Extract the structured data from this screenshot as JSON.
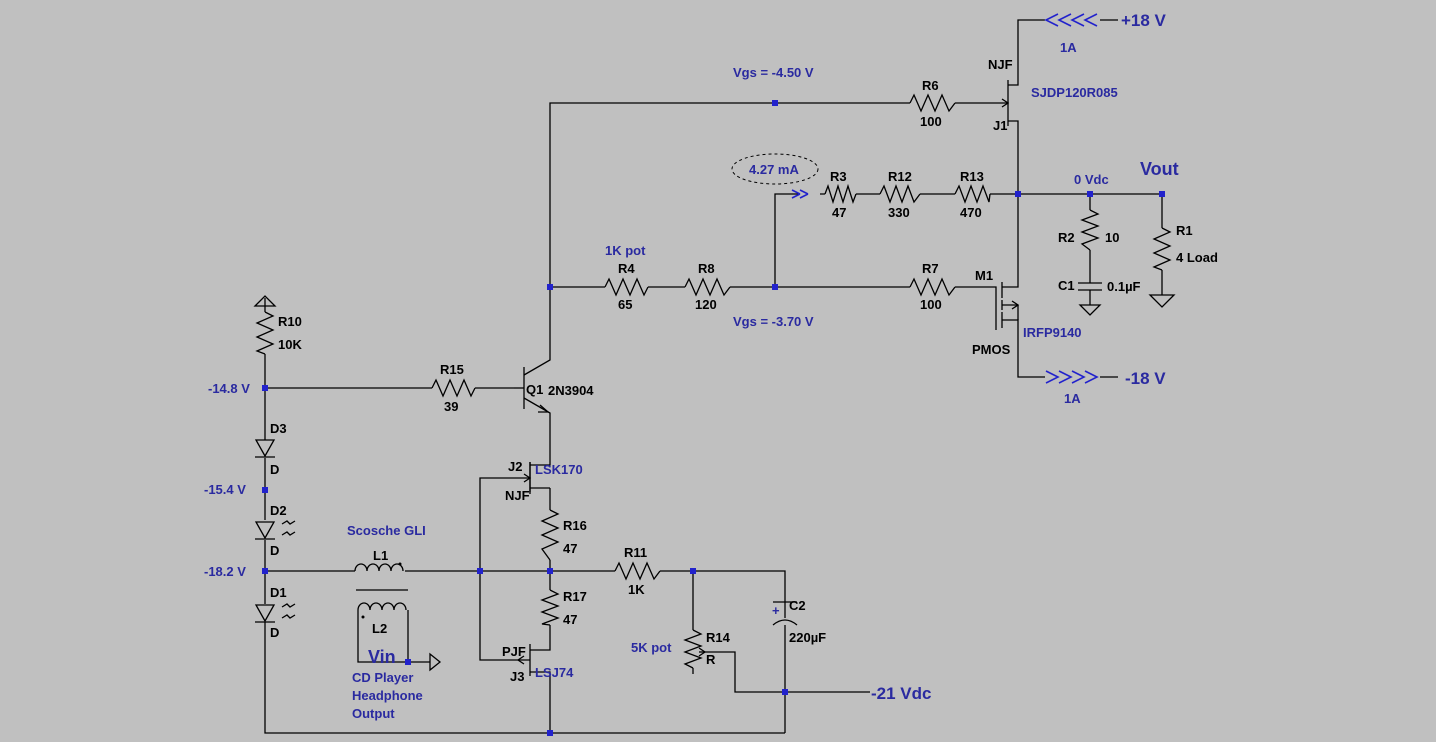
{
  "colors": {
    "background": "#c0c0c0",
    "wire": "#000000",
    "net_label": "#2a2aa0",
    "junction": "#2222cc"
  },
  "labels": {
    "vgs_top": "Vgs = -4.50 V",
    "vgs_mid": "Vgs = -3.70 V",
    "current_probe": "4.27 mA",
    "v_plus": "+18 V",
    "v_plus_current": "1A",
    "v_minus": "-18 V",
    "v_minus_current": "1A",
    "vout": "Vout",
    "vout_dc": "0 Vdc",
    "v_neg21": "-21 Vdc",
    "node_148": "-14.8 V",
    "node_154": "-15.4 V",
    "node_182": "-18.2 V",
    "pot1k": "1K pot",
    "pot5k": "5K pot",
    "scosche": "Scosche GLI",
    "vin": "Vin",
    "cd1": "CD Player",
    "cd2": "Headphone",
    "cd3": "Output"
  },
  "parts": {
    "J1": {
      "ref": "J1",
      "type": "NJF",
      "model": "SJDP120R085"
    },
    "M1": {
      "ref": "M1",
      "type": "PMOS",
      "model": "IRFP9140"
    },
    "Q1": {
      "ref": "Q1",
      "model": "2N3904"
    },
    "J2": {
      "ref": "J2",
      "type": "NJF",
      "model": "LSK170"
    },
    "J3": {
      "ref": "J3",
      "type": "PJF",
      "model": "LSJ74"
    },
    "R1": {
      "ref": "R1",
      "value": "4 Load"
    },
    "R2": {
      "ref": "R2",
      "value": "10"
    },
    "R3": {
      "ref": "R3",
      "value": "47"
    },
    "R4": {
      "ref": "R4",
      "value": "65"
    },
    "R6": {
      "ref": "R6",
      "value": "100"
    },
    "R7": {
      "ref": "R7",
      "value": "100"
    },
    "R8": {
      "ref": "R8",
      "value": "120"
    },
    "R10": {
      "ref": "R10",
      "value": "10K"
    },
    "R11": {
      "ref": "R11",
      "value": "1K"
    },
    "R12": {
      "ref": "R12",
      "value": "330"
    },
    "R13": {
      "ref": "R13",
      "value": "470"
    },
    "R14": {
      "ref": "R14",
      "value": "R"
    },
    "R15": {
      "ref": "R15",
      "value": "39"
    },
    "R16": {
      "ref": "R16",
      "value": "47"
    },
    "R17": {
      "ref": "R17",
      "value": "47"
    },
    "C1": {
      "ref": "C1",
      "value": "0.1µF"
    },
    "C2": {
      "ref": "C2",
      "value": "220µF"
    },
    "D1": {
      "ref": "D1",
      "value": "D"
    },
    "D2": {
      "ref": "D2",
      "value": "D"
    },
    "D3": {
      "ref": "D3",
      "value": "D"
    },
    "L1": {
      "ref": "L1"
    },
    "L2": {
      "ref": "L2"
    }
  }
}
